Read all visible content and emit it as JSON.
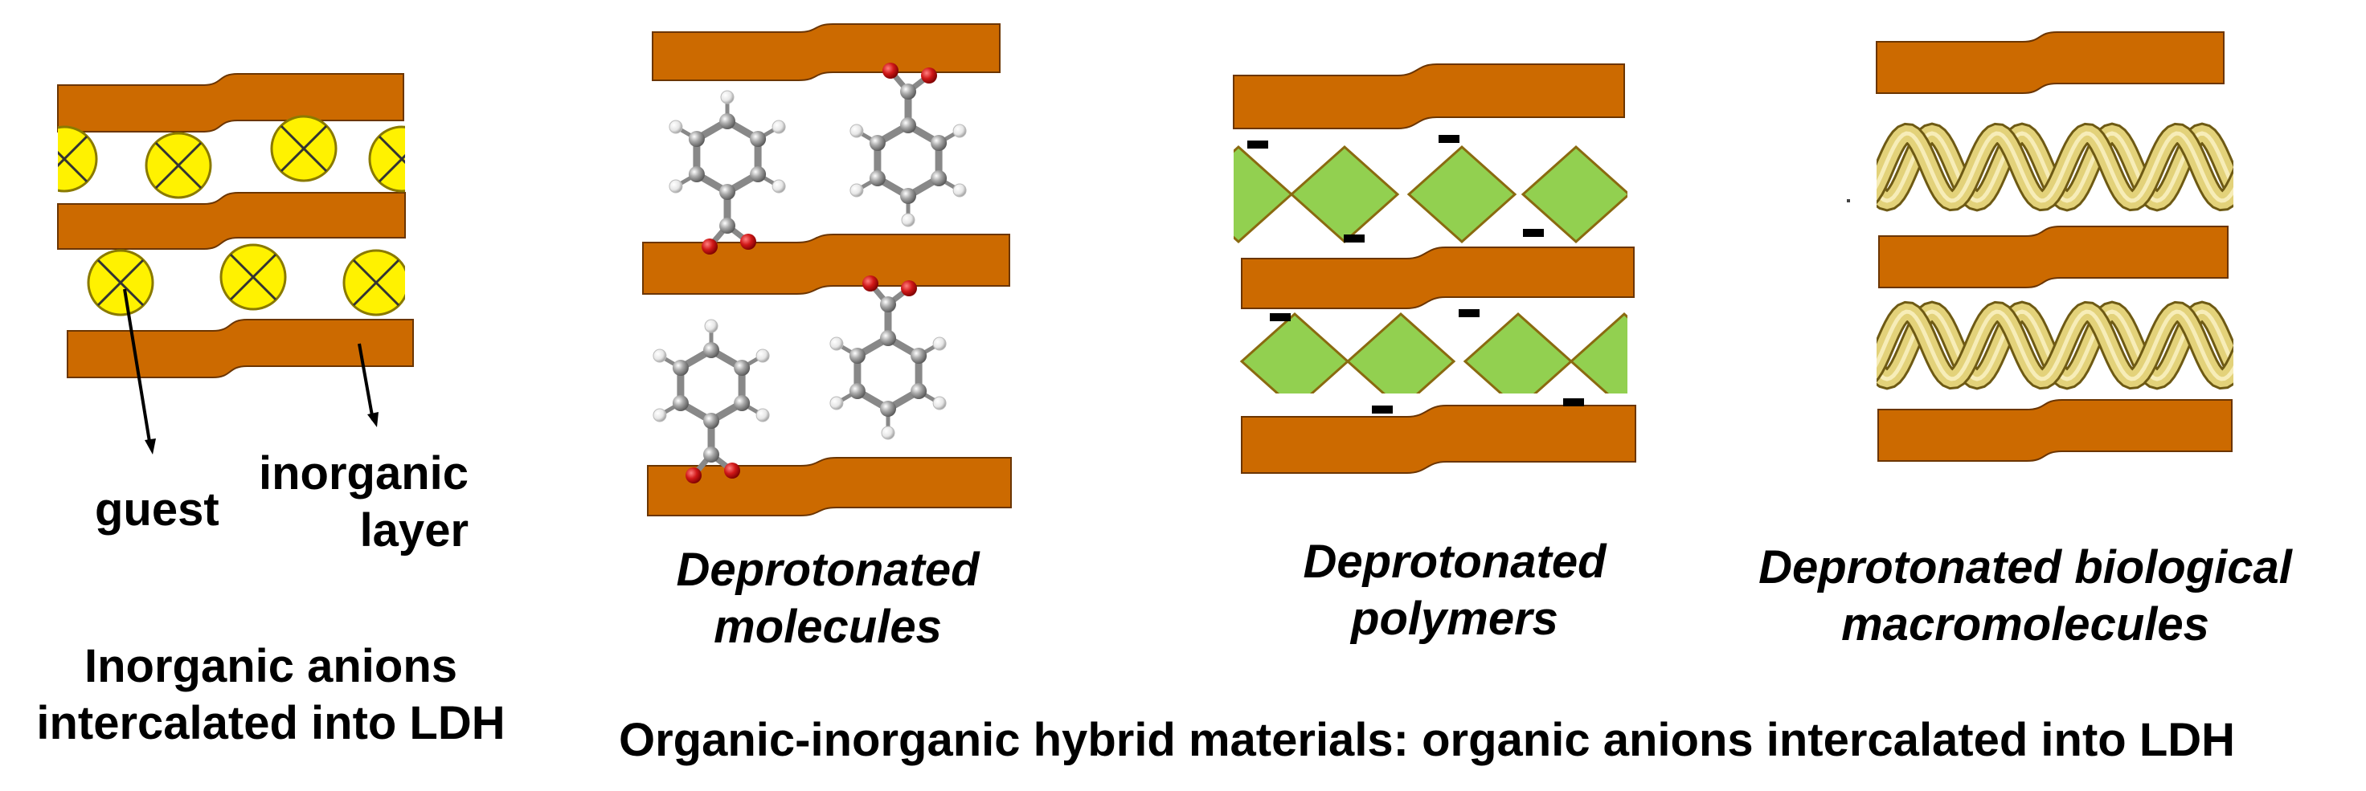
{
  "panels": {
    "inorganic": {
      "guest_label": "guest",
      "layer_label_line1": "inorganic",
      "layer_label_line2": "layer",
      "caption_line1": "Inorganic anions",
      "caption_line2": "intercalated into LDH"
    },
    "molecules": {
      "caption_line1": "Deprotonated",
      "caption_line2": "molecules"
    },
    "polymers": {
      "caption_line1": "Deprotonated",
      "caption_line2": "polymers"
    },
    "biological": {
      "caption_line1": "Deprotonated biological",
      "caption_line2": "macromolecules"
    }
  },
  "bottom_caption": "Organic-inorganic hybrid materials: organic anions intercalated into LDH",
  "colors": {
    "layer": "#CC6A00",
    "layer_edge": "#6B3500",
    "guest": "#FFF200",
    "guest_edge": "#8A7A00",
    "polymer": "#92D050",
    "polymer_edge": "#8A6A10",
    "helix": "#E3D27A",
    "helix_edge": "#6E5A14",
    "atom_c": "#9A9A9A",
    "atom_h": "#F0F0F0",
    "atom_o": "#D21F1F"
  }
}
